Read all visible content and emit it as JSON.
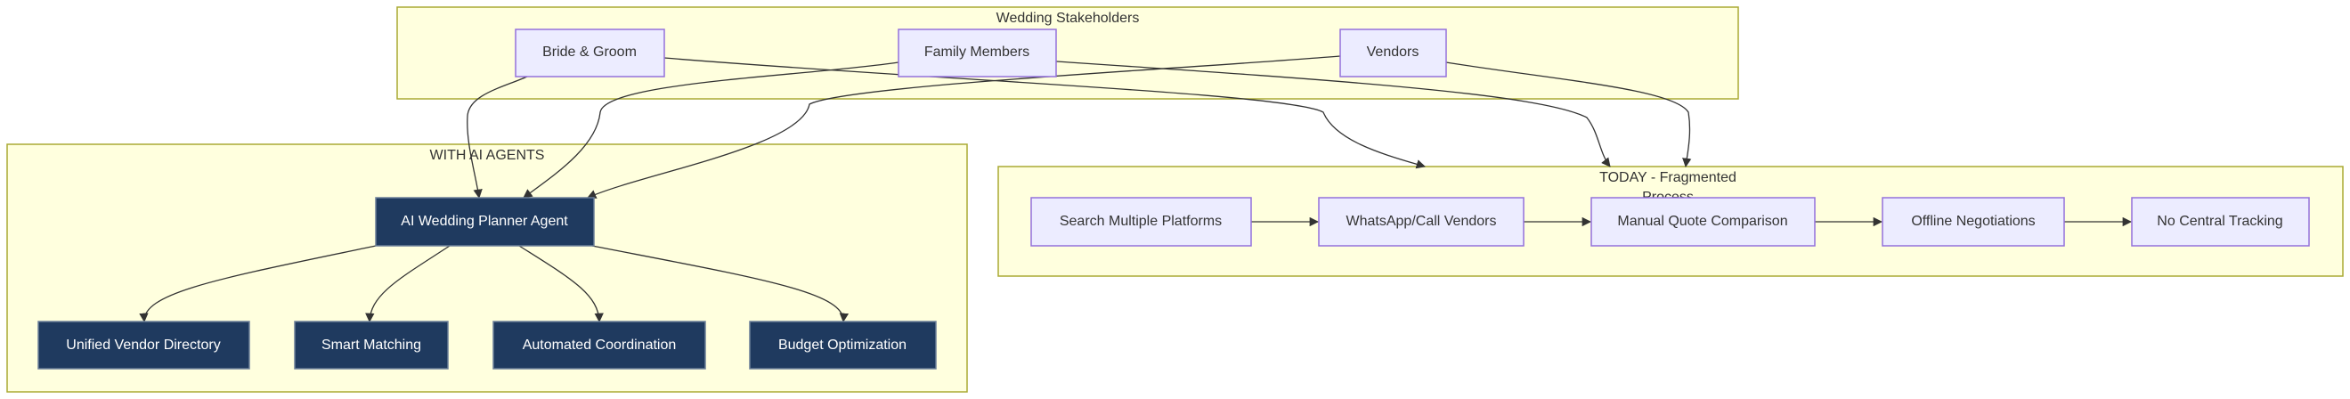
{
  "colors": {
    "cluster_fill": "#ffffde",
    "cluster_border": "#aaaa33",
    "node_light_fill": "#ececff",
    "node_light_border": "#9370db",
    "node_dark_fill": "#1f3a5f",
    "node_dark_text": "#ffffff",
    "edge": "#333333"
  },
  "clusters": {
    "stakeholders": {
      "title": "Wedding Stakeholders"
    },
    "ai": {
      "title": "WITH AI AGENTS"
    },
    "today": {
      "title_line1": "TODAY - Fragmented",
      "title_line2": "Process"
    }
  },
  "nodes": {
    "bride_groom": "Bride & Groom",
    "family": "Family Members",
    "vendors": "Vendors",
    "ai_planner": "AI Wedding Planner Agent",
    "unified_directory": "Unified Vendor Directory",
    "smart_matching": "Smart Matching",
    "automated_coordination": "Automated Coordination",
    "budget_optimization": "Budget Optimization",
    "search_platforms": "Search Multiple Platforms",
    "whatsapp_vendors": "WhatsApp/Call Vendors",
    "manual_quote": "Manual Quote Comparison",
    "offline_negotiations": "Offline Negotiations",
    "no_tracking": "No Central Tracking"
  }
}
